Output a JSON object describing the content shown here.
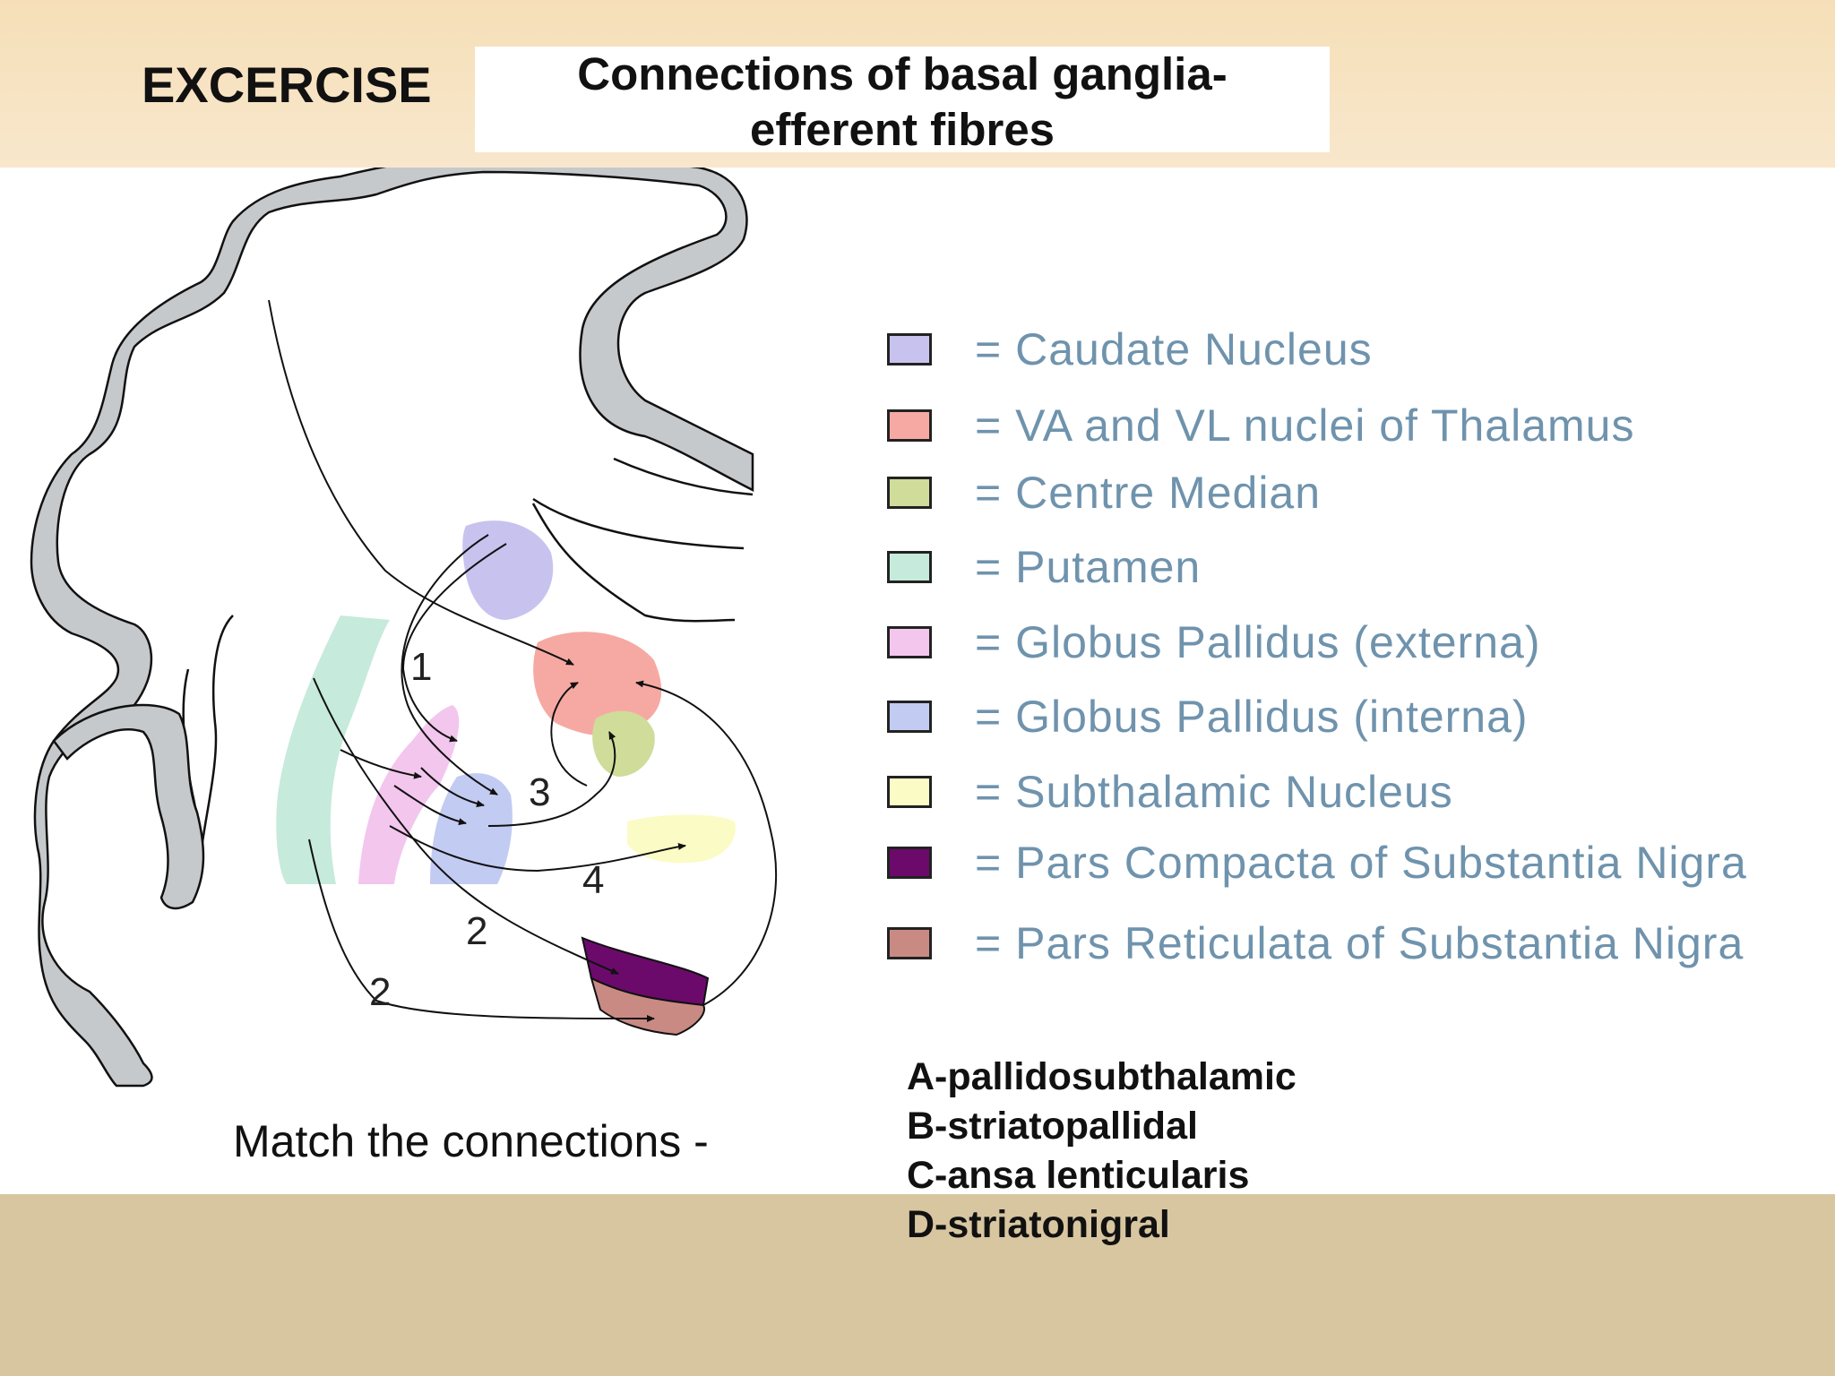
{
  "header": {
    "exercise_label": "EXCERCISE",
    "title_line1": "Connections of basal ganglia-",
    "title_line2": "efferent fibres"
  },
  "diagram": {
    "pathway_numbers": [
      "1",
      "2",
      "2",
      "3",
      "4"
    ]
  },
  "legend": {
    "items": [
      {
        "label": "= Caudate Nucleus",
        "color": "#c8c2ee"
      },
      {
        "label": "= VA and VL nuclei of Thalamus",
        "color": "#f6a9a2"
      },
      {
        "label": "= Centre Median",
        "color": "#cfdc9a"
      },
      {
        "label": "= Putamen",
        "color": "#c6eadb"
      },
      {
        "label": "= Globus Pallidus (externa)",
        "color": "#f3c6ee"
      },
      {
        "label": "= Globus Pallidus (interna)",
        "color": "#c2cbf2"
      },
      {
        "label": "= Subthalamic Nucleus",
        "color": "#fbfbc6"
      },
      {
        "label": "= Pars Compacta of Substantia Nigra",
        "color": "#6b0a6b"
      },
      {
        "label": "= Pars Reticulata of Substantia Nigra",
        "color": "#c98a84"
      }
    ]
  },
  "prompt": "Match the connections -",
  "options": [
    "A-pallidosubthalamic",
    "B-striatopallidal",
    "C-ansa lenticularis",
    "D-striatonigral"
  ],
  "colors": {
    "header_band": "#f7e2c0",
    "footer_band": "#d8c6a1",
    "cortex_fill": "#c6c9cb"
  }
}
